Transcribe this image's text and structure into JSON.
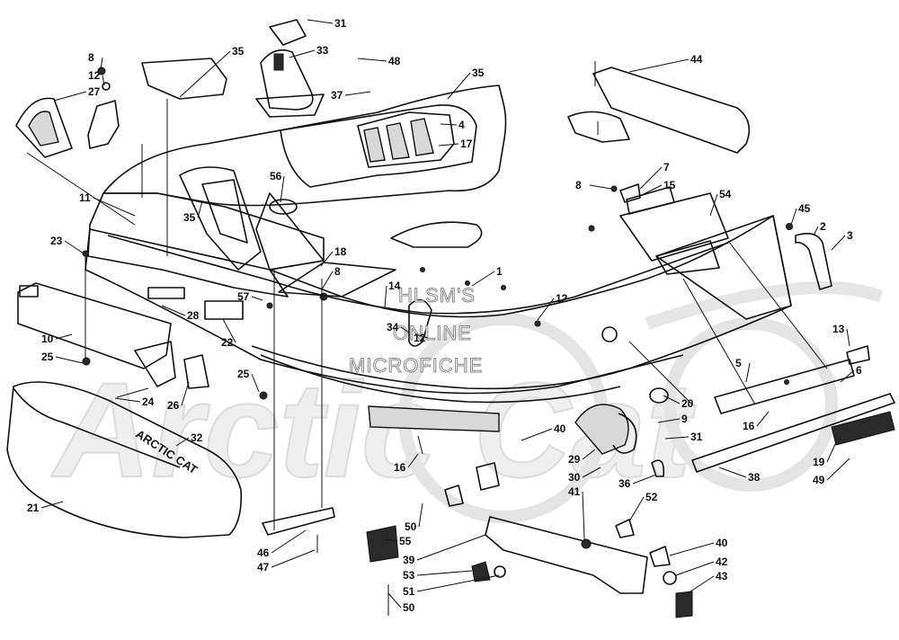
{
  "watermark": {
    "line1": "HLSM'S",
    "line2": "ONLINE",
    "line3": "MICROFICHE",
    "brand": "Arctic Cat"
  },
  "hood_logo": "ARCTIC CAT",
  "callouts": [
    {
      "id": "c31a",
      "label": "31"
    },
    {
      "id": "c35a",
      "label": "35"
    },
    {
      "id": "c33",
      "label": "33"
    },
    {
      "id": "c48",
      "label": "48"
    },
    {
      "id": "c35b",
      "label": "35"
    },
    {
      "id": "c44",
      "label": "44"
    },
    {
      "id": "c8a",
      "label": "8"
    },
    {
      "id": "c12a",
      "label": "12"
    },
    {
      "id": "c27",
      "label": "27"
    },
    {
      "id": "c37",
      "label": "37"
    },
    {
      "id": "c4",
      "label": "4"
    },
    {
      "id": "c17",
      "label": "17"
    },
    {
      "id": "c11",
      "label": "11"
    },
    {
      "id": "c56",
      "label": "56"
    },
    {
      "id": "c7",
      "label": "7"
    },
    {
      "id": "c8b",
      "label": "8"
    },
    {
      "id": "c15",
      "label": "15"
    },
    {
      "id": "c54",
      "label": "54"
    },
    {
      "id": "c45",
      "label": "45"
    },
    {
      "id": "c2",
      "label": "2"
    },
    {
      "id": "c3",
      "label": "3"
    },
    {
      "id": "c35c",
      "label": "35"
    },
    {
      "id": "c23",
      "label": "23"
    },
    {
      "id": "c18",
      "label": "18"
    },
    {
      "id": "c8c",
      "label": "8"
    },
    {
      "id": "c1",
      "label": "1"
    },
    {
      "id": "c14",
      "label": "14"
    },
    {
      "id": "c57",
      "label": "57"
    },
    {
      "id": "c12b",
      "label": "12"
    },
    {
      "id": "c28",
      "label": "28"
    },
    {
      "id": "c22",
      "label": "22"
    },
    {
      "id": "c34",
      "label": "34"
    },
    {
      "id": "c12c",
      "label": "12"
    },
    {
      "id": "c10",
      "label": "10"
    },
    {
      "id": "c25a",
      "label": "25"
    },
    {
      "id": "c13",
      "label": "13"
    },
    {
      "id": "c5",
      "label": "5"
    },
    {
      "id": "c6",
      "label": "6"
    },
    {
      "id": "c25b",
      "label": "25"
    },
    {
      "id": "c20",
      "label": "20"
    },
    {
      "id": "c24",
      "label": "24"
    },
    {
      "id": "c26",
      "label": "26"
    },
    {
      "id": "c9",
      "label": "9"
    },
    {
      "id": "c40a",
      "label": "40"
    },
    {
      "id": "c16a",
      "label": "16"
    },
    {
      "id": "c31b",
      "label": "31"
    },
    {
      "id": "c32",
      "label": "32"
    },
    {
      "id": "c16b",
      "label": "16"
    },
    {
      "id": "c29",
      "label": "29"
    },
    {
      "id": "c19",
      "label": "19"
    },
    {
      "id": "c30",
      "label": "30"
    },
    {
      "id": "c36",
      "label": "36"
    },
    {
      "id": "c38",
      "label": "38"
    },
    {
      "id": "c49",
      "label": "49"
    },
    {
      "id": "c21",
      "label": "21"
    },
    {
      "id": "c41",
      "label": "41"
    },
    {
      "id": "c52",
      "label": "52"
    },
    {
      "id": "c50a",
      "label": "50"
    },
    {
      "id": "c55",
      "label": "55"
    },
    {
      "id": "c39",
      "label": "39"
    },
    {
      "id": "c46",
      "label": "46"
    },
    {
      "id": "c47",
      "label": "47"
    },
    {
      "id": "c40b",
      "label": "40"
    },
    {
      "id": "c42",
      "label": "42"
    },
    {
      "id": "c53",
      "label": "53"
    },
    {
      "id": "c43",
      "label": "43"
    },
    {
      "id": "c51",
      "label": "51"
    },
    {
      "id": "c50b",
      "label": "50"
    }
  ]
}
